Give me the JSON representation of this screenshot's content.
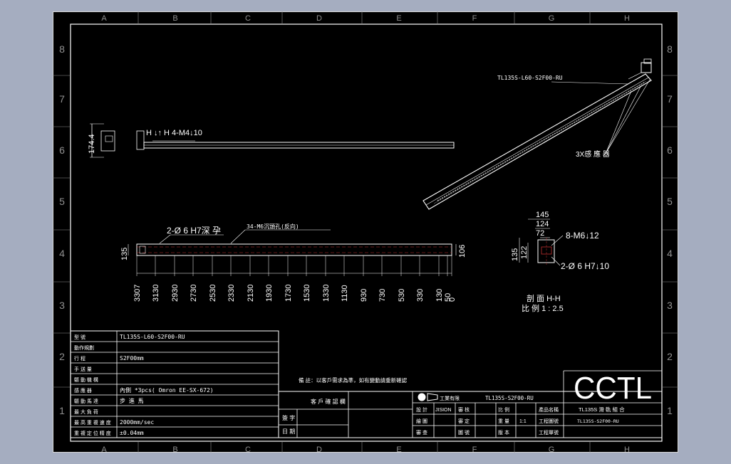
{
  "frame": {
    "col_letters": [
      "A",
      "B",
      "C",
      "D",
      "E",
      "F",
      "G",
      "H"
    ],
    "row_numbers": [
      "8",
      "7",
      "6",
      "5",
      "4",
      "3",
      "2",
      "1"
    ]
  },
  "views": {
    "side": {
      "height_dim": "174.4",
      "note": "H ↓↑ H  4-M4↓10"
    },
    "front": {
      "height_dim": "135",
      "hole_note": "2-Ø 6 H7深 孕",
      "slot_note": "34-M6沉頭孔(反向)",
      "end_dim": "106",
      "stations": [
        "3307",
        "3130",
        "2930",
        "2730",
        "2530",
        "2330",
        "2130",
        "1930",
        "1730",
        "1530",
        "1330",
        "1130",
        "930",
        "730",
        "530",
        "330",
        "130",
        "50",
        "0"
      ]
    },
    "iso": {
      "model_label": "TL135S-L60-S2F00-RU",
      "sensor_note": "3X感 應 器"
    },
    "section": {
      "dims_top": [
        "145",
        "124",
        "72"
      ],
      "dims_left": [
        "135",
        "122"
      ],
      "note_thread": "8-M6↓12",
      "note_pin": "2-Ø 6  H7↓10",
      "title": "剖 面 H-H",
      "scale": "比 例 1 : 2.5"
    }
  },
  "spec_table": {
    "rows": [
      {
        "label": "型 號",
        "value": "TL135S-L60-S2F00-RU"
      },
      {
        "label": "動作規劃",
        "value": ""
      },
      {
        "label": "行 程",
        "value": "S2F00mm"
      },
      {
        "label": "手 送 量",
        "value": ""
      },
      {
        "label": "驅 動 機 構",
        "value": ""
      },
      {
        "label": "感 應 器",
        "value": "內側 *3pcs( Omron EE-SX-672)"
      },
      {
        "label": "驅 動 馬 達",
        "value": "步 進 馬"
      },
      {
        "label": "最 大 負 荷",
        "value": ""
      },
      {
        "label": "最 高 重 複 速 度",
        "value": "2000mm/sec"
      },
      {
        "label": "重 複 定 位 精 度",
        "value": "±0.04mm"
      }
    ]
  },
  "notes": {
    "remark": "備 註：以客戶需求為準，如有變動請重新確認"
  },
  "title_block": {
    "customer_confirm": "客 戶 確 認 欄",
    "signature": "簽 字",
    "date": "日 期",
    "company_small": "工業有限",
    "drawing_no": "TL135S-S2F00-RU",
    "cells": [
      {
        "label": "設 計",
        "value": "JISION"
      },
      {
        "label": "審 核",
        "value": ""
      },
      {
        "label": "圖 號",
        "value": "TL135S-S2F00-RU"
      }
    ],
    "sub_labels": [
      "繪 圖",
      "審 定",
      "審 查",
      "比 例",
      "重 量",
      "版 本"
    ],
    "sub_values": [
      "",
      "1:1",
      ""
    ],
    "project_labels": [
      "產品名稱",
      "工程圖號",
      "工程單號"
    ],
    "product_name": "TL135S 滑 軌 組 合",
    "product_code": "TL135S-S2F00-RU",
    "logo_text": "CCTL"
  }
}
